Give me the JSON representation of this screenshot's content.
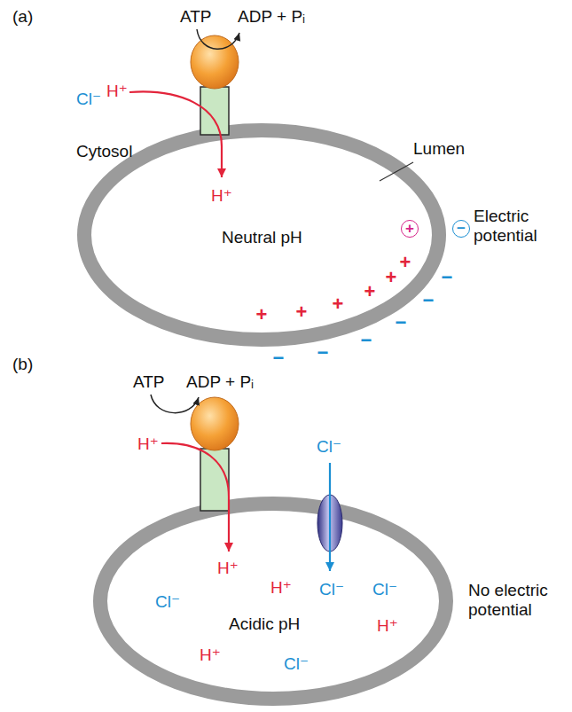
{
  "diagram": {
    "nodes": [
      {
        "text": [
          "H⁺",
          "Neutral pH"
        ]
      },
      {
        "text": [
          "H⁺",
          "H⁺",
          "Cl⁻",
          "Cl⁻",
          "Cl⁻",
          "Acidic pH",
          "H⁺",
          "H⁺",
          "Cl⁻"
        ]
      }
    ],
    "labels": [
      "(a)",
      "ATP",
      "ADP + Pᵢ",
      "Cl⁻",
      "H⁺",
      "Cytosol",
      "Lumen",
      "+",
      "−",
      "Electric potential",
      "+",
      "+",
      "+",
      "+",
      "+",
      "+",
      "−",
      "−",
      "−",
      "−",
      "−",
      "−",
      "(b)",
      "ATP",
      "ADP + Pᵢ",
      "H⁺",
      "Cl⁻",
      "No electric potential"
    ]
  }
}
